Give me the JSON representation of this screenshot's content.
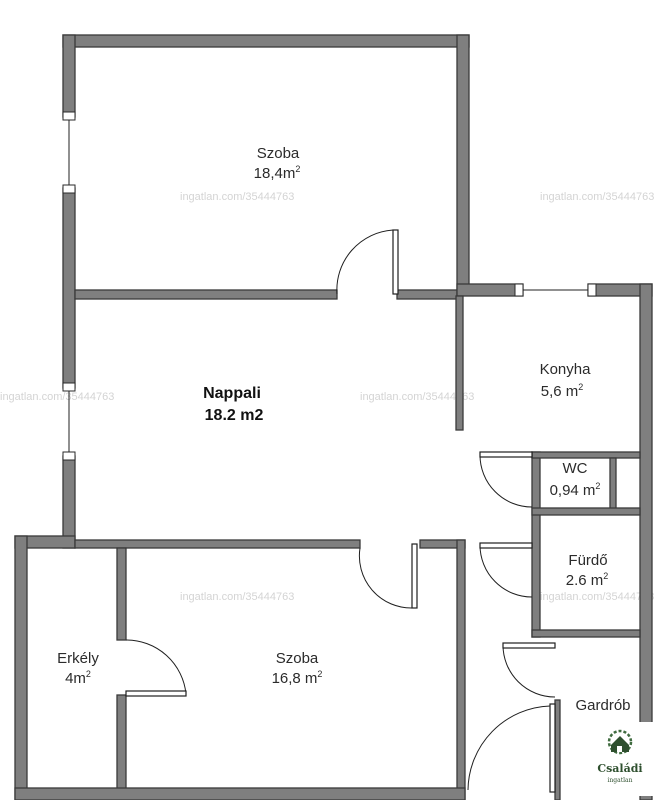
{
  "rooms": {
    "szoba_top": {
      "name": "Szoba",
      "area": "18,4m",
      "sup": "2"
    },
    "nappali": {
      "name": "Nappali",
      "area": "18.2 m2",
      "sup": ""
    },
    "konyha": {
      "name": "Konyha",
      "area": "5,6 m",
      "sup": "2"
    },
    "wc": {
      "name": "WC",
      "area": "0,94 m",
      "sup": "2"
    },
    "furdo": {
      "name": "Fürdő",
      "area": "2.6 m",
      "sup": "2"
    },
    "erkely": {
      "name": "Erkély",
      "area": "4m",
      "sup": "2"
    },
    "szoba_bottom": {
      "name": "Szoba",
      "area": "16,8 m",
      "sup": "2"
    },
    "gardrob": {
      "name": "Gardrób"
    }
  },
  "watermark": {
    "text": "ingatlan.com/35444763"
  },
  "logo": {
    "title": "Családi",
    "subtitle": "ingatlan",
    "icon": "house-tree-icon"
  },
  "colors": {
    "wall": "#7f7f7f",
    "logo": "#2e4f2e"
  }
}
